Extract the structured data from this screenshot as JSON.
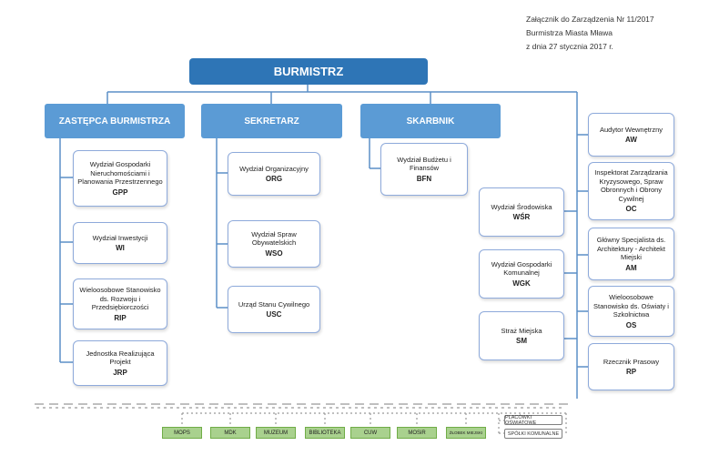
{
  "note": {
    "line1": "Załącznik do Zarządzenia Nr 11/2017",
    "line2": "Burmistrza Miasta Mława",
    "line3": "z dnia 27 stycznia 2017 r."
  },
  "headers": {
    "burmistrz": "BURMISTRZ",
    "zastepca": "ZASTĘPCA BURMISTRZA",
    "sekretarz": "SEKRETARZ",
    "skarbnik": "SKARBNIK"
  },
  "zastepca_units": [
    {
      "name": "Wydział Gospodarki Nieruchomościami i Planowania Przestrzennego",
      "abbr": "GPP"
    },
    {
      "name": "Wydział Inwestycji",
      "abbr": "WI"
    },
    {
      "name": "Wieloosobowe Stanowisko ds. Rozwoju i Przedsiębiorczości",
      "abbr": "RIP"
    },
    {
      "name": "Jednostka Realizująca Projekt",
      "abbr": "JRP"
    }
  ],
  "sekretarz_units": [
    {
      "name": "Wydział Organizacyjny",
      "abbr": "ORG"
    },
    {
      "name": "Wydział Spraw Obywatelskich",
      "abbr": "WSO"
    },
    {
      "name": "Urząd Stanu Cywilnego",
      "abbr": "USC"
    }
  ],
  "skarbnik_units": [
    {
      "name": "Wydział Budżetu i Finansów",
      "abbr": "BFN"
    }
  ],
  "burmistrz_units": [
    {
      "name": "Wydział Środowiska",
      "abbr": "WŚR"
    },
    {
      "name": "Wydział Gospodarki Komunalnej",
      "abbr": "WGK"
    },
    {
      "name": "Straż Miejska",
      "abbr": "SM"
    }
  ],
  "right_units": [
    {
      "name": "Audytor Wewnętrzny",
      "abbr": "AW"
    },
    {
      "name": "Inspektorat Zarządzania Kryzysowego, Spraw Obronnych i Obrony Cywilnej",
      "abbr": "OC"
    },
    {
      "name": "Główny Specjalista ds. Architektury - Architekt Miejski",
      "abbr": "AM"
    },
    {
      "name": "Wieloosobowe Stanowisko ds. Oświaty i Szkolnictwa",
      "abbr": "OS"
    },
    {
      "name": "Rzecznik Prasowy",
      "abbr": "RP"
    }
  ],
  "subordinate_units": [
    "MOPS",
    "MDK",
    "MUZEUM",
    "BIBLIOTEKA",
    "CUW",
    "MOSiR",
    "ŻŁOBEK MIEJSKI"
  ],
  "other_units": [
    "PLACÓWKI OŚWIATOWE",
    "SPÓŁKI KOMUNALNE"
  ]
}
